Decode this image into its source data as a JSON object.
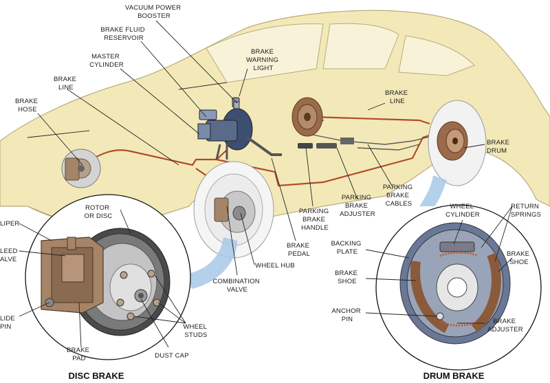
{
  "colors": {
    "car_body": "#f3e9b8",
    "car_outline": "#b8ab78",
    "brake_line": "#b04a2a",
    "metal": "#9aa0a8",
    "rust": "#9a6a4a",
    "blue_beam": "#a8c8e8",
    "booster": "#4a5a7a"
  },
  "labels": {
    "vacuum_power_booster": [
      "VACUUM POWER",
      "BOOSTER"
    ],
    "brake_fluid_reservoir": [
      "BRAKE FLUID",
      "RESERVOIR"
    ],
    "master_cylinder": [
      "MASTER",
      "CYLINDER"
    ],
    "brake_warning_light": [
      "BRAKE",
      "WARNING",
      "LIGHT"
    ],
    "brake_line_front": [
      "BRAKE",
      "LINE"
    ],
    "brake_hose": [
      "BRAKE",
      "HOSE"
    ],
    "brake_line_rear": [
      "BRAKE",
      "LINE"
    ],
    "brake_drum": [
      "BRAKE",
      "DRUM"
    ],
    "parking_brake_cables": [
      "PARKING",
      "BRAKE",
      "CABLES"
    ],
    "parking_brake_adjuster": [
      "PARKING",
      "BRAKE",
      "ADJUSTER"
    ],
    "parking_brake_handle": [
      "PARKING",
      "BRAKE",
      "HANDLE"
    ],
    "brake_pedal": [
      "BRAKE",
      "PEDAL"
    ],
    "wheel_hub": [
      "WHEEL HUB"
    ],
    "combination_valve": [
      "COMBINATION",
      "VALVE"
    ],
    "rotor_or_disc": [
      "ROTOR",
      "OR DISC"
    ],
    "caliper": [
      "LIPER"
    ],
    "bleed_valve": [
      "LEED",
      "ALVE"
    ],
    "slide_pin": [
      "LIDE",
      "PIN"
    ],
    "brake_pad": [
      "BRAKE",
      "PAD"
    ],
    "dust_cap": [
      "DUST CAP"
    ],
    "wheel_studs": [
      "WHEEL",
      "STUDS"
    ],
    "wheel_cylinder": [
      "WHEEL",
      "CYLINDER"
    ],
    "return_springs": [
      "RETURN",
      "SPRINGS"
    ],
    "backing_plate": [
      "BACKING",
      "PLATE"
    ],
    "brake_shoe_left": [
      "BRAKE",
      "SHOE"
    ],
    "brake_shoe_right": [
      "BRAKE",
      "SHOE"
    ],
    "anchor_pin": [
      "ANCHOR",
      "PIN"
    ],
    "brake_adjuster": [
      "BRAKE",
      "ADJUSTER"
    ]
  },
  "titles": {
    "disc_brake": "DISC BRAKE",
    "drum_brake": "DRUM BRAKE"
  }
}
